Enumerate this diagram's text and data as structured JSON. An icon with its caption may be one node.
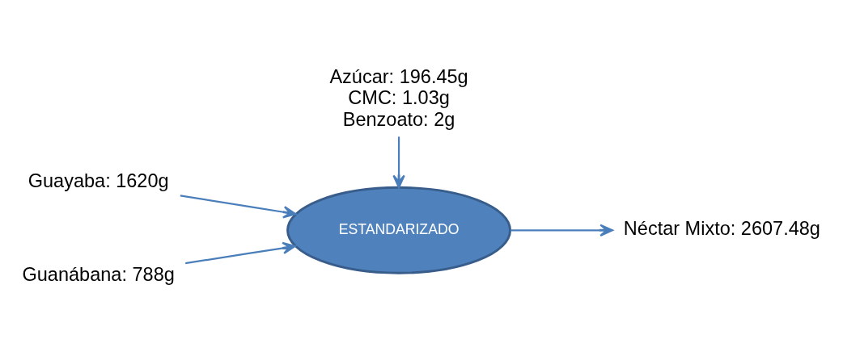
{
  "diagram": {
    "nodes": [
      {
        "text": [
          "Guayaba: 1620g"
        ]
      },
      {
        "text": [
          "Guanábana: 788g"
        ]
      },
      {
        "text": [
          "ESTANDARIZADO"
        ]
      },
      {
        "text": [
          "Néctar Mixto: 2607.48g"
        ]
      },
      {
        "text": [
          "Azúcar: 196.45g",
          "CMC: 1.03g",
          "Benzoato: 2g"
        ]
      }
    ],
    "edges": [
      {
        "from": 0,
        "to": 2,
        "arrow": "to"
      },
      {
        "from": 1,
        "to": 2,
        "arrow": "to"
      },
      {
        "from": 2,
        "to": 3,
        "arrow": "to"
      },
      {
        "from": 4,
        "to": 2,
        "arrow": "to"
      }
    ]
  }
}
